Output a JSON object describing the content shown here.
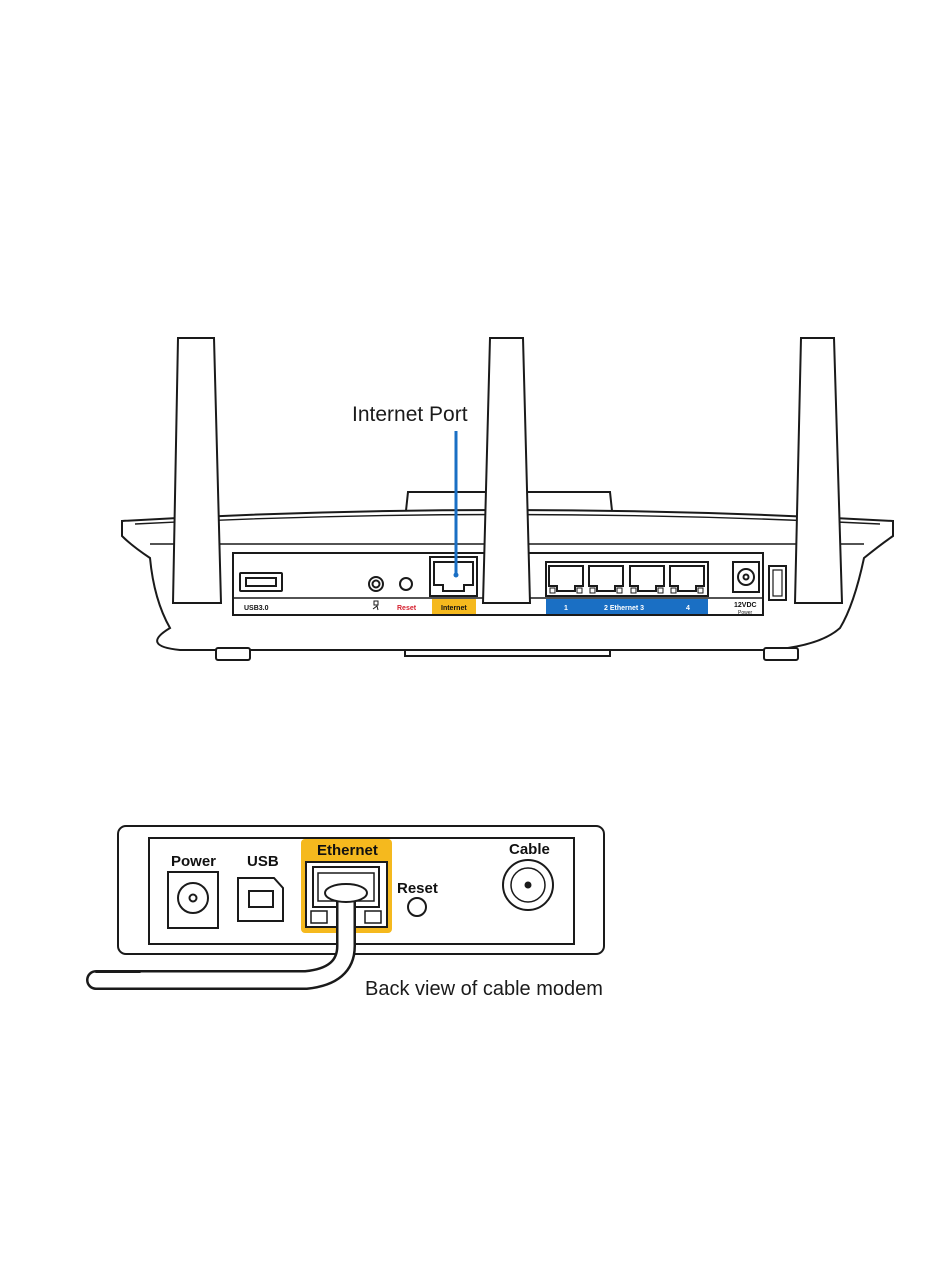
{
  "colors": {
    "accent_blue": "#1a6fc4",
    "highlight_yellow": "#f5b91e",
    "reset_red": "#d6202f",
    "outline": "#1a1a1a"
  },
  "router": {
    "callout": "Internet Port",
    "labels": {
      "usb": "USB3.0",
      "reset": "Reset",
      "internet": "Internet",
      "lan_1": "1",
      "lan_mid": "2 Ethernet 3",
      "lan_4": "4",
      "power_voltage": "12VDC",
      "power_word": "Power"
    }
  },
  "modem": {
    "labels": {
      "power": "Power",
      "usb": "USB",
      "ethernet": "Ethernet",
      "reset": "Reset",
      "cable": "Cable"
    },
    "caption": "Back view of cable modem"
  }
}
